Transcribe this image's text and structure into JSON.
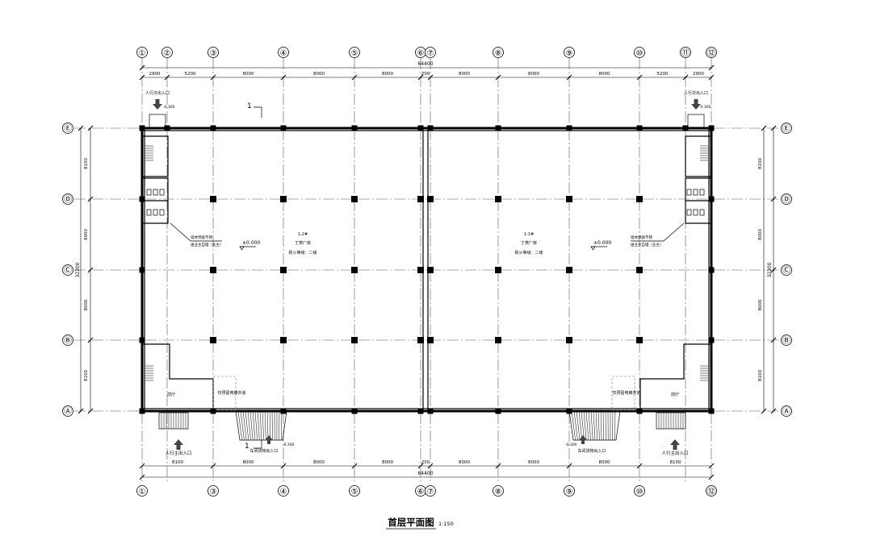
{
  "title": "首层平面图",
  "scale": "1:150",
  "overall_width_label": "64400",
  "overall_depth_label": "32200",
  "col_grid_top": [
    "①",
    "②",
    "③",
    "④",
    "⑤",
    "⑥",
    "⑦",
    "⑧",
    "⑨",
    "⑩",
    "⑪",
    "⑫"
  ],
  "col_grid_bottom": [
    "①",
    "③",
    "④",
    "⑤",
    "⑥",
    "⑦",
    "⑧",
    "⑨",
    "⑩",
    "⑫"
  ],
  "row_grid": [
    "Ⓔ",
    "Ⓓ",
    "Ⓒ",
    "Ⓑ",
    "Ⓐ"
  ],
  "top_dims": [
    "2900",
    "5200",
    "8000",
    "8000",
    "8000",
    "200",
    "8000",
    "8000",
    "8000",
    "5200",
    "2900"
  ],
  "bottom_dims": [
    "8100",
    "8000",
    "8000",
    "8000",
    "200",
    "8000",
    "8000",
    "8000",
    "8100"
  ],
  "side_dims": [
    "8100",
    "8000",
    "8000",
    "8100"
  ],
  "left_unit": {
    "name": "1-2#",
    "use": "丁类厂房",
    "fire": "耐火等级：二级"
  },
  "right_unit": {
    "name": "1-1#",
    "use": "丁类厂房",
    "fire": "耐火等级：二级"
  },
  "floor_level": "±0.000",
  "outdoor_level": "-0.300",
  "lobby": "前厅",
  "elevator_note": "仅预留电梯井道",
  "pedestrian_entry": "人行主出入口",
  "side_entry": "人行次出入口",
  "vehicle_entry": "车间货物出入口",
  "pipe_note_1": "墙体预留不锈",
  "pipe_note_2": "由业主自理（业主）",
  "section_mark": "1"
}
